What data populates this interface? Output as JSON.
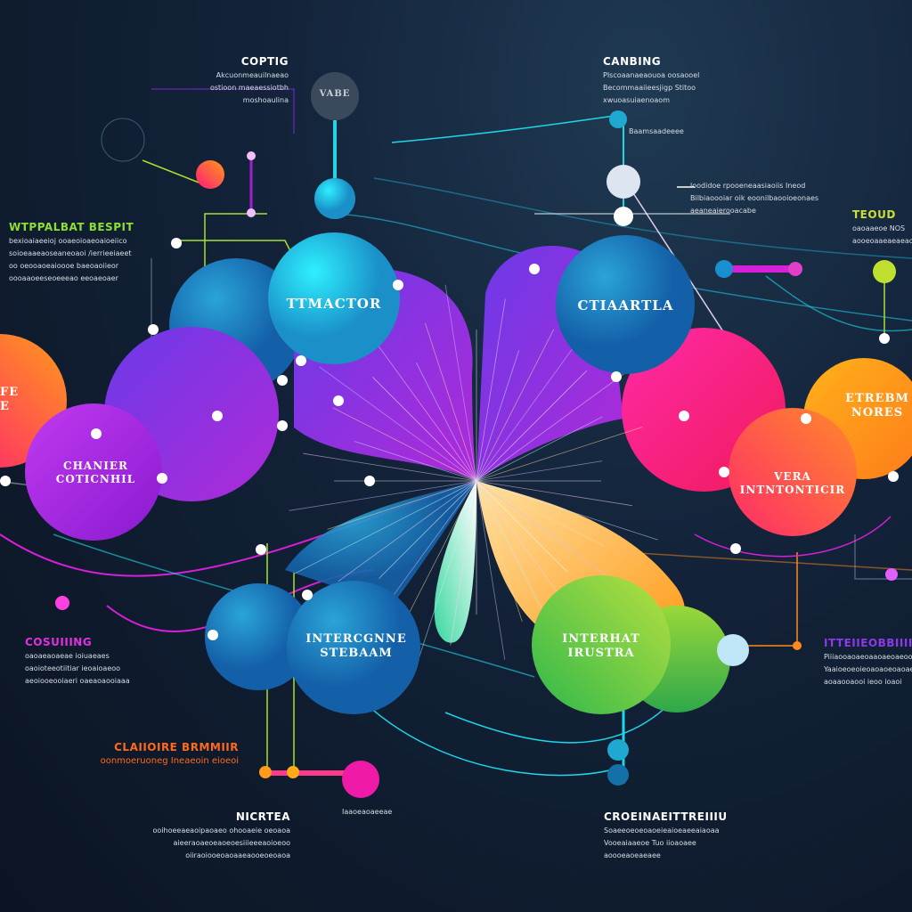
{
  "colors": {
    "background": "#0f1a2a",
    "cyan": "#1fd6e8",
    "blue": "#1a74b8",
    "purple": "#8a2be2",
    "magenta": "#d61fd6",
    "pink": "#f02a8a",
    "orange": "#ff8a1a",
    "green": "#6cc83c",
    "lime": "#a8e030"
  },
  "nodes": {
    "top_small": "VABE",
    "ttmactor": "TTMACTOR",
    "ctiaartla": "CTIAARTLA",
    "left_edge": [
      "FE",
      "E"
    ],
    "chanier": [
      "CHANIER",
      "COTICNHIL"
    ],
    "etrebm": [
      "ETREBM",
      "NORES"
    ],
    "vera": [
      "VERA",
      "INTNTONTICIR"
    ],
    "intercgnne": [
      "INTERCGNNE",
      "STEBAAM"
    ],
    "interhat": [
      "INTERHAT",
      "IRUSTRA"
    ]
  },
  "blocks": {
    "top_left": {
      "title": "COPTIG",
      "lines": [
        "Akcuonmeauilnaeao",
        "ostioon maeaessiotbh",
        "moshoaulina"
      ]
    },
    "top_right": {
      "title": "CANBING",
      "lines": [
        "PIscoaanaeaouoa oosaooel",
        "Becommaaiieesjigp Stitoo",
        "xwuoasuiaenoaom"
      ]
    },
    "top_right_small": {
      "title": "",
      "lines": [
        "Baamsaadeeee"
      ]
    },
    "mid_right": {
      "title": "",
      "lines": [
        "loodidoe rpooeneaasiaoiis Ineod",
        "Bilbiaoooiar oik eoonilbaooioeonaes",
        "aeaneaierooacabe"
      ]
    },
    "left": {
      "title": "WTPPALBAT BESPIT",
      "lines": [
        "bexioaiaeeioj ooaeoioaeoaioeiico",
        "soioeaaeaoseaneoaoi /ierrieeiaeet",
        "oo oeooaoeaioooe baeoaoiieor",
        "oooaaoeeseoeeeao eeoaeoaer"
      ]
    },
    "right": {
      "title": "TEOUD",
      "lines": [
        "oaoaaeoe NOS",
        "aooeoaaeaeaeaoioe"
      ]
    },
    "bottom_left_pink": {
      "title": "COSUIIING",
      "lines": [
        "oaoaeaoaeae ioiuaeaes",
        "oaoioteeotiitiar ieoaioaeoo",
        "aeoiooeooiaeri oaeaoaooiaaa"
      ]
    },
    "bottom_left_orange": {
      "title": "CLAIIOIRE BRMMIIR",
      "lines": [
        "oonmoeruoneg Ineaeoin eioeoi"
      ]
    },
    "bottom_center": {
      "title": "NICRTEA",
      "lines": [
        "ooihoeeaeaoipaoaeo ohooaeie oeoaoa",
        "aieeraoaeoeaoeoesiiieeeaoioeoo",
        "oiiraoiooeoaoaaeaooeoeoaoa"
      ]
    },
    "bottom_pink_small": {
      "title": "",
      "lines": [
        "Iaaoeaoaeeae"
      ]
    },
    "bottom_right": {
      "title": "CROEINAEITTREIIIU",
      "lines": [
        "Soaeeoeoeoaoeieaioeaeeaiaoaa",
        "Vooeaiaaeoe Tuo iioaoaee",
        "aoooeaoeaeaee"
      ]
    },
    "right_bottom": {
      "title": "ITTEIIEOBBIIIIIIAN",
      "lines": [
        "Piiiaooaoaeoaaoaeoaeoo",
        "Yaaioeoeoieoaoaoeoaoaeo",
        "aoaaooaooi ieoo ioaoi"
      ]
    }
  }
}
